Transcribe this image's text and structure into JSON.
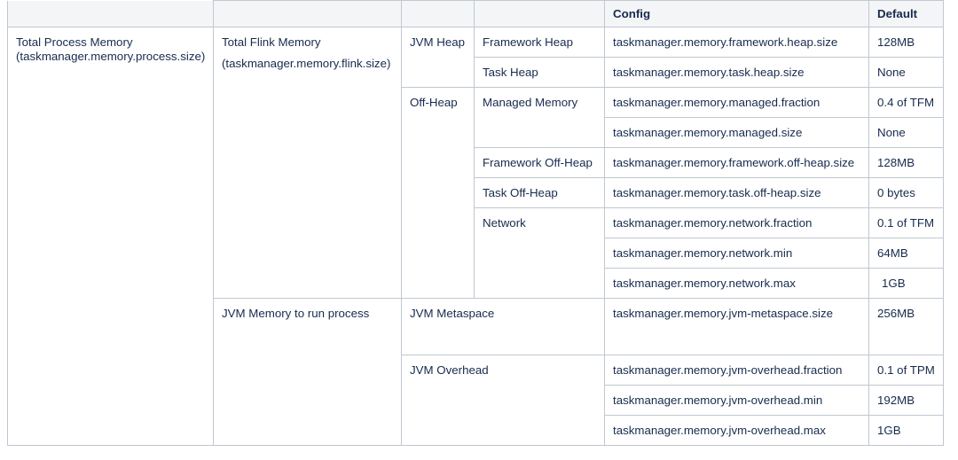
{
  "header": {
    "col1": "",
    "col2": "",
    "col3": "",
    "col4": "",
    "config": "Config",
    "default": "Default"
  },
  "total_process": {
    "label": "Total Process Memory",
    "key": "(taskmanager.memory.process.size)"
  },
  "total_flink": {
    "label": "Total Flink Memory",
    "key": "(taskmanager.memory.flink.size)"
  },
  "jvm_heap": "JVM Heap",
  "off_heap": "Off-Heap",
  "jvm_memory": "JVM Memory to run process",
  "rows": [
    {
      "component": "Framework Heap",
      "config": "taskmanager.memory.framework.heap.size",
      "default": "128MB"
    },
    {
      "component": "Task Heap",
      "config": "taskmanager.memory.task.heap.size",
      "default": "None"
    },
    {
      "component": "Managed Memory",
      "config": "taskmanager.memory.managed.fraction",
      "default": "0.4 of TFM"
    },
    {
      "component": "",
      "config": "taskmanager.memory.managed.size",
      "default": "None"
    },
    {
      "component": "Framework Off-Heap",
      "config": "taskmanager.memory.framework.off-heap.size",
      "default": "128MB"
    },
    {
      "component": "Task Off-Heap",
      "config": "taskmanager.memory.task.off-heap.size",
      "default": "0 bytes"
    },
    {
      "component": "Network",
      "config": "taskmanager.memory.network.fraction",
      "default": "0.1 of TFM"
    },
    {
      "component": "",
      "config": "taskmanager.memory.network.min",
      "default": "64MB"
    },
    {
      "component": "",
      "config": "taskmanager.memory.network.max",
      "default": "1GB"
    },
    {
      "component": "JVM Metaspace",
      "config": "taskmanager.memory.jvm-metaspace.size",
      "default": "256MB"
    },
    {
      "component": "JVM Overhead",
      "config": "taskmanager.memory.jvm-overhead.fraction",
      "default": "0.1 of TPM"
    },
    {
      "component": "",
      "config": "taskmanager.memory.jvm-overhead.min",
      "default": "192MB"
    },
    {
      "component": "",
      "config": "taskmanager.memory.jvm-overhead.max",
      "default": "1GB"
    }
  ]
}
